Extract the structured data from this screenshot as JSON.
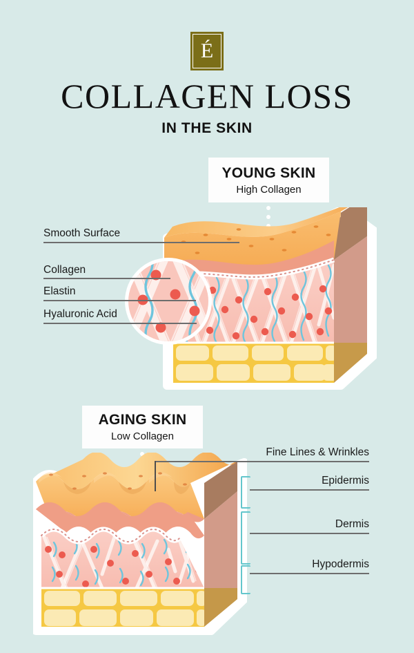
{
  "brand": {
    "logo_letter": "É",
    "logo_color": "#7b6e18"
  },
  "header": {
    "title": "COLLAGEN LOSS",
    "subtitle": "IN THE SKIN"
  },
  "background_color": "#d8eae8",
  "sections": [
    {
      "id": "young",
      "caption_title": "YOUNG SKIN",
      "caption_subtitle": "High Collagen",
      "labels": [
        {
          "text": "Smooth Surface"
        },
        {
          "text": "Collagen"
        },
        {
          "text": "Elastin"
        },
        {
          "text": "Hyaluronic Acid"
        }
      ]
    },
    {
      "id": "aging",
      "caption_title": "AGING SKIN",
      "caption_subtitle": "Low Collagen",
      "labels": [
        {
          "text": "Fine Lines & Wrinkles"
        },
        {
          "text": "Epidermis"
        },
        {
          "text": "Dermis"
        },
        {
          "text": "Hypodermis"
        }
      ]
    }
  ],
  "palette": {
    "epidermis_top": "#f7b664",
    "epidermis_light": "#fcd79b",
    "papillary": "#ef9e86",
    "dermis": "#f9c3b7",
    "hypodermis": "#fbeab4",
    "hypodermis_line": "#f5c843",
    "side_shadow": "#b08463",
    "fiber_white": "#fdf2ee",
    "elastin_blue": "#6ec5dd",
    "ha_red": "#ec5b4f",
    "bracket": "#63c6cc",
    "rule": "#6d6d6d",
    "outline": "#ffffff"
  }
}
